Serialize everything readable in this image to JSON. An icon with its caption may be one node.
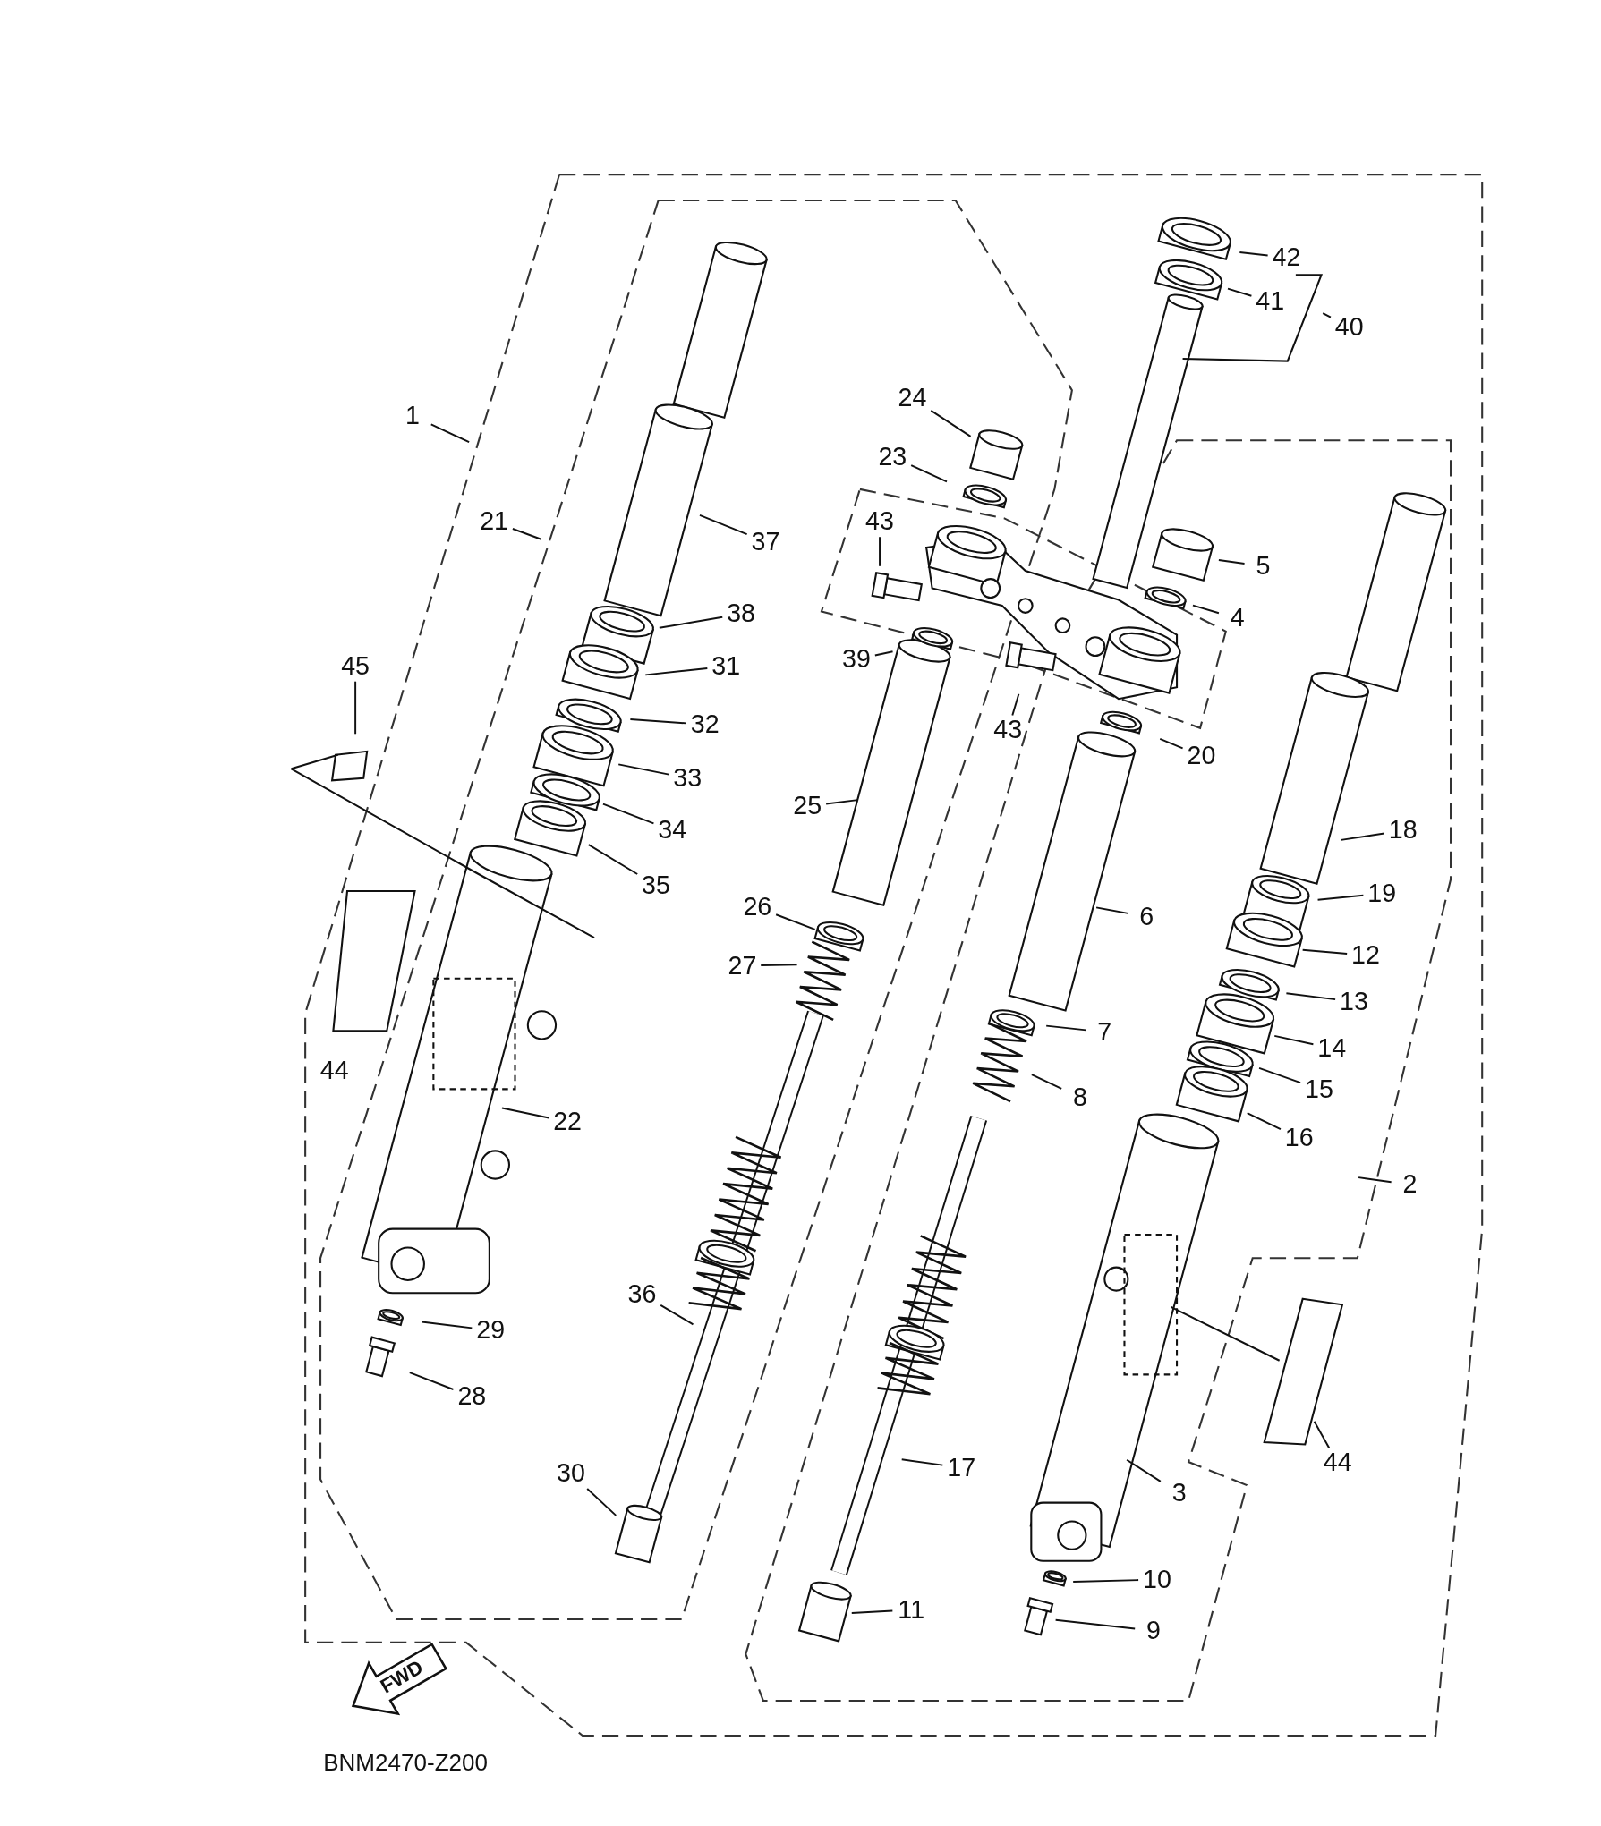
{
  "diagram": {
    "nodes": [
      {
        "text": [
          "42"
        ]
      },
      {
        "text": [
          "41"
        ]
      },
      {
        "text": [
          "40"
        ]
      },
      {
        "text": [
          "24"
        ]
      },
      {
        "text": [
          "1"
        ]
      },
      {
        "text": [
          "23"
        ]
      },
      {
        "text": [
          "21"
        ]
      },
      {
        "text": [
          "43"
        ]
      },
      {
        "text": [
          "37"
        ]
      },
      {
        "text": [
          "5"
        ]
      },
      {
        "text": [
          "38"
        ]
      },
      {
        "text": [
          "4"
        ]
      },
      {
        "text": [
          "39"
        ]
      },
      {
        "text": [
          "31"
        ]
      },
      {
        "text": [
          "45"
        ]
      },
      {
        "text": [
          "32"
        ]
      },
      {
        "text": [
          "43"
        ]
      },
      {
        "text": [
          "20"
        ]
      },
      {
        "text": [
          "33"
        ]
      },
      {
        "text": [
          "25"
        ]
      },
      {
        "text": [
          "18"
        ]
      },
      {
        "text": [
          "34"
        ]
      },
      {
        "text": [
          "35"
        ]
      },
      {
        "text": [
          "19"
        ]
      },
      {
        "text": [
          "26"
        ]
      },
      {
        "text": [
          "6"
        ]
      },
      {
        "text": [
          "12"
        ]
      },
      {
        "text": [
          "27"
        ]
      },
      {
        "text": [
          "13"
        ]
      },
      {
        "text": [
          "7"
        ]
      },
      {
        "text": [
          "14"
        ]
      },
      {
        "text": [
          "15"
        ]
      },
      {
        "text": [
          "8"
        ]
      },
      {
        "text": [
          "22"
        ]
      },
      {
        "text": [
          "16"
        ]
      },
      {
        "text": [
          "2"
        ]
      },
      {
        "text": [
          "36"
        ]
      },
      {
        "text": [
          "29"
        ]
      },
      {
        "text": [
          "28"
        ]
      },
      {
        "text": [
          "44"
        ]
      },
      {
        "text": [
          "30"
        ]
      },
      {
        "text": [
          "17"
        ]
      },
      {
        "text": [
          "3"
        ]
      },
      {
        "text": [
          "10"
        ]
      },
      {
        "text": [
          "11"
        ]
      },
      {
        "text": [
          "9"
        ]
      }
    ],
    "edges": [
      {
        "from": 0,
        "to": null,
        "arrow": "none"
      },
      {
        "from": 1,
        "to": null,
        "arrow": "none"
      },
      {
        "from": 2,
        "to": null,
        "arrow": "none"
      },
      {
        "from": 3,
        "to": null,
        "arrow": "none"
      },
      {
        "from": 4,
        "to": null,
        "arrow": "none"
      },
      {
        "from": 5,
        "to": null,
        "arrow": "none"
      },
      {
        "from": 6,
        "to": null,
        "arrow": "none"
      },
      {
        "from": 7,
        "to": null,
        "arrow": "none"
      },
      {
        "from": 8,
        "to": null,
        "arrow": "none"
      },
      {
        "from": 9,
        "to": null,
        "arrow": "none"
      },
      {
        "from": 10,
        "to": null,
        "arrow": "none"
      },
      {
        "from": 11,
        "to": null,
        "arrow": "none"
      },
      {
        "from": 12,
        "to": null,
        "arrow": "none"
      },
      {
        "from": 13,
        "to": null,
        "arrow": "none"
      },
      {
        "from": 14,
        "to": null,
        "arrow": "none"
      },
      {
        "from": 15,
        "to": null,
        "arrow": "none"
      },
      {
        "from": 16,
        "to": null,
        "arrow": "none"
      },
      {
        "from": 17,
        "to": null,
        "arrow": "none"
      },
      {
        "from": 18,
        "to": null,
        "arrow": "none"
      },
      {
        "from": 19,
        "to": null,
        "arrow": "none"
      },
      {
        "from": 20,
        "to": null,
        "arrow": "none"
      },
      {
        "from": 21,
        "to": null,
        "arrow": "none"
      },
      {
        "from": 22,
        "to": null,
        "arrow": "none"
      },
      {
        "from": 23,
        "to": null,
        "arrow": "none"
      },
      {
        "from": 24,
        "to": null,
        "arrow": "none"
      },
      {
        "from": 25,
        "to": null,
        "arrow": "none"
      },
      {
        "from": 26,
        "to": null,
        "arrow": "none"
      },
      {
        "from": 27,
        "to": null,
        "arrow": "none"
      },
      {
        "from": 28,
        "to": null,
        "arrow": "none"
      },
      {
        "from": 29,
        "to": null,
        "arrow": "none"
      },
      {
        "from": 30,
        "to": null,
        "arrow": "none"
      },
      {
        "from": 31,
        "to": null,
        "arrow": "none"
      },
      {
        "from": 32,
        "to": null,
        "arrow": "none"
      },
      {
        "from": 33,
        "to": null,
        "arrow": "none"
      },
      {
        "from": 34,
        "to": null,
        "arrow": "none"
      },
      {
        "from": 35,
        "to": null,
        "arrow": "none"
      },
      {
        "from": 36,
        "to": null,
        "arrow": "none"
      },
      {
        "from": 37,
        "to": null,
        "arrow": "none"
      },
      {
        "from": 38,
        "to": null,
        "arrow": "none"
      },
      {
        "from": 39,
        "to": null,
        "arrow": "none"
      },
      {
        "from": 40,
        "to": null,
        "arrow": "none"
      },
      {
        "from": 41,
        "to": null,
        "arrow": "none"
      },
      {
        "from": 42,
        "to": null,
        "arrow": "none"
      },
      {
        "from": 43,
        "to": null,
        "arrow": "none"
      },
      {
        "from": 44,
        "to": null,
        "arrow": "none"
      },
      {
        "from": 45,
        "to": null,
        "arrow": "none"
      }
    ],
    "labels": [
      "44",
      "FWD",
      "BNM2470-Z200"
    ]
  }
}
